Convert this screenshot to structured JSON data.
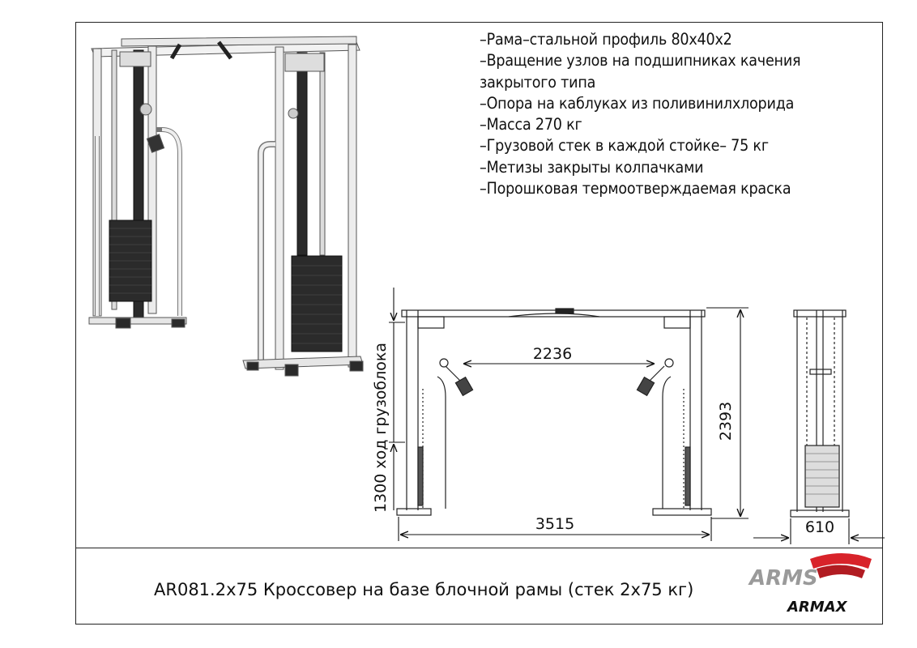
{
  "specs": [
    "–Рама–стальной профиль 80х40х2",
    "–Вращение узлов на подшипниках качения",
    "закрытого типа",
    "–Опора на каблуках из поливинилхлорида",
    "–Масса 270 кг",
    "–Грузовой стек в каждой стойке– 75 кг",
    "–Метизы закрыты колпачками",
    "–Порошковая термоотверждаемая краска"
  ],
  "dimensions": {
    "width_between_handles": "2236",
    "height": "2393",
    "overall_width": "3515",
    "depth": "610",
    "weight_stack_travel": "1300 ход грузоблока"
  },
  "caption": "AR081.2х75 Кроссовер на базе блочной рамы (стек 2х75 кг)",
  "logo": {
    "brand_top": "ARMS",
    "brand_bottom": "ARMAX"
  },
  "colors": {
    "frame": "#eeeeee",
    "stack": "#2b2b2b",
    "logo_red": "#d8232a",
    "logo_grey": "#9a9a9a"
  }
}
